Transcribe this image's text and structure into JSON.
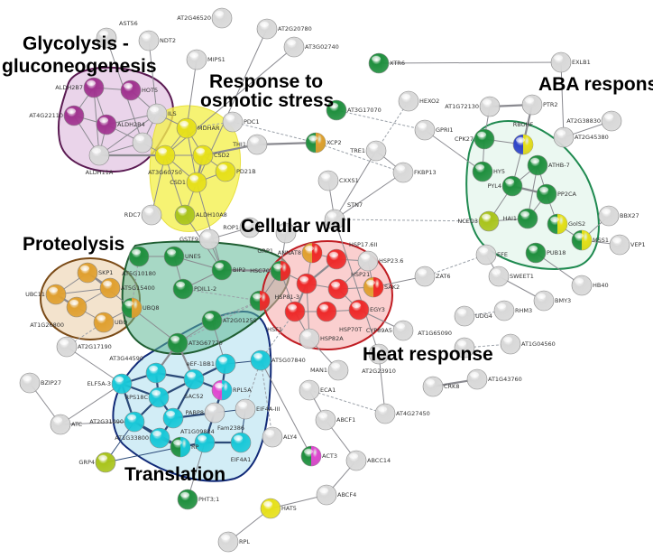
{
  "cluster_titles": {
    "glycolysis_1": "Glycolysis -",
    "glycolysis_2": "gluconeogenesis",
    "osmotic_1": "Response to",
    "osmotic_2": "osmotic stress",
    "aba": "ABA response",
    "cell_wall": "Cellular wall",
    "proteolysis": "Proteolysis",
    "heat": "Heat response",
    "translation": "Translation"
  },
  "colors": {
    "gray": "#d8d8d8",
    "purple": "#a0338f",
    "yellow": "#e6e01a",
    "ygreen": "#a9c41c",
    "green": "#1f8f3e",
    "orange": "#e0a030",
    "red": "#ee2a2a",
    "cyan": "#19c8d8",
    "blue": "#2f45c8",
    "magenta": "#e048d0",
    "cluster_purple": "#5a1a52",
    "cluster_yellow": "#f4f050",
    "cluster_teal": "#1f6e3c",
    "cluster_orange": "#7a4a16",
    "cluster_red": "#c01c22",
    "cluster_blue": "#112a78",
    "cluster_aba": "#1f8a50"
  },
  "nodes": [
    {
      "label": "AST56",
      "c": "gray"
    },
    {
      "label": "NDT2",
      "c": "gray"
    },
    {
      "label": "MIPS1",
      "c": "gray"
    },
    {
      "label": "AT2G46520",
      "c": "gray"
    },
    {
      "label": "AT2G20780",
      "c": "gray"
    },
    {
      "label": "AT3G02740",
      "c": "gray"
    },
    {
      "label": "ALDH2B7",
      "c": "purple"
    },
    {
      "label": "HOT5",
      "c": "purple"
    },
    {
      "label": "AT4G22110",
      "c": "purple"
    },
    {
      "label": "ALDH2B4",
      "c": "purple"
    },
    {
      "label": "ILS",
      "c": "gray"
    },
    {
      "label": "ALDH11A",
      "c": "gray"
    },
    {
      "label": "",
      "c": "gray"
    },
    {
      "label": "MDHAR",
      "c": "yellow"
    },
    {
      "label": "AT3G60750",
      "c": "yellow"
    },
    {
      "label": "CSD2",
      "c": "yellow"
    },
    {
      "label": "PD21B",
      "c": "yellow"
    },
    {
      "label": "CSD1",
      "c": "yellow"
    },
    {
      "label": "ALDH10A8",
      "c": "ygreen"
    },
    {
      "label": "RDC7",
      "c": "gray"
    },
    {
      "label": "PDC1",
      "c": "gray"
    },
    {
      "label": "THI1",
      "c": "gray"
    },
    {
      "label": "XCP2",
      "c": "green",
      "c2": "orange"
    },
    {
      "label": "XTR6",
      "c": "green"
    },
    {
      "label": "EXLB1",
      "c": "gray"
    },
    {
      "label": "AT3G17070",
      "c": "green"
    },
    {
      "label": "HEXO2",
      "c": "gray"
    },
    {
      "label": "GPRI1",
      "c": "gray"
    },
    {
      "label": "TRE1",
      "c": "gray"
    },
    {
      "label": "FKBP13",
      "c": "gray"
    },
    {
      "label": "CXXS1",
      "c": "gray"
    },
    {
      "label": "STN7",
      "c": "gray"
    },
    {
      "label": "ZAT6",
      "c": "gray"
    },
    {
      "label": "AT1G72130",
      "c": "gray"
    },
    {
      "label": "PTR2",
      "c": "gray"
    },
    {
      "label": "CPK27",
      "c": "green"
    },
    {
      "label": "RBOHF",
      "c": "blue",
      "c2": "yellow"
    },
    {
      "label": "AT2G45380",
      "c": "gray"
    },
    {
      "label": "AT2G38830",
      "c": "gray"
    },
    {
      "label": "HY5",
      "c": "green"
    },
    {
      "label": "ATHB-7",
      "c": "green"
    },
    {
      "label": "PYL4",
      "c": "green"
    },
    {
      "label": "PP2CA",
      "c": "green"
    },
    {
      "label": "NCED3",
      "c": "ygreen"
    },
    {
      "label": "HAI1",
      "c": "green"
    },
    {
      "label": "GolS2",
      "c": "green",
      "c2": "yellow"
    },
    {
      "label": "MSS1",
      "c": "green",
      "c2": "yellow"
    },
    {
      "label": "PUB18",
      "c": "green"
    },
    {
      "label": "EFE",
      "c": "gray"
    },
    {
      "label": "SWEET1",
      "c": "gray"
    },
    {
      "label": "BBX27",
      "c": "gray"
    },
    {
      "label": "VEP1",
      "c": "gray"
    },
    {
      "label": "HB40",
      "c": "gray"
    },
    {
      "label": "BMY3",
      "c": "gray"
    },
    {
      "label": "RHM3",
      "c": "gray"
    },
    {
      "label": "UDG4",
      "c": "gray"
    },
    {
      "label": "AT1G65090",
      "c": "gray"
    },
    {
      "label": "AT1G04560",
      "c": "gray"
    },
    {
      "label": "AT1G43760",
      "c": "gray"
    },
    {
      "label": "CRK8",
      "c": "gray"
    },
    {
      "label": "ANNAT8",
      "c": "orange",
      "c2": "red"
    },
    {
      "label": "HSP17.6II",
      "c": "red"
    },
    {
      "label": "HSP23.6",
      "c": "gray"
    },
    {
      "label": "HSC70",
      "c": "green",
      "c2": "red"
    },
    {
      "label": "HSP81-3",
      "c": "red"
    },
    {
      "label": "HSP21",
      "c": "red"
    },
    {
      "label": "SAK2",
      "c": "orange",
      "c2": "red"
    },
    {
      "label": "HSF1",
      "c": "red"
    },
    {
      "label": "HSP70T",
      "c": "red"
    },
    {
      "label": "EGY3",
      "c": "red"
    },
    {
      "label": "HSP82A",
      "c": "gray"
    },
    {
      "label": "CYP89A5",
      "c": "gray"
    },
    {
      "label": "AT2G23910",
      "c": "gray"
    },
    {
      "label": "MAN1",
      "c": "gray"
    },
    {
      "label": "ECA1",
      "c": "gray"
    },
    {
      "label": "ABCF1",
      "c": "gray"
    },
    {
      "label": "AT4G27450",
      "c": "gray"
    },
    {
      "label": "ALY4",
      "c": "gray"
    },
    {
      "label": "ACT3",
      "c": "green",
      "c2": "magenta"
    },
    {
      "label": "ABCC14",
      "c": "gray"
    },
    {
      "label": "ABCF4",
      "c": "gray"
    },
    {
      "label": "HAT5",
      "c": "yellow"
    },
    {
      "label": "RPL",
      "c": "gray"
    },
    {
      "label": "PHT3;1",
      "c": "green"
    },
    {
      "label": "AT5G10180",
      "c": "green"
    },
    {
      "label": "UNE5",
      "c": "green"
    },
    {
      "label": "BIP2",
      "c": "green"
    },
    {
      "label": "PDIL1-2",
      "c": "green"
    },
    {
      "label": "UBQ8",
      "c": "green",
      "c2": "orange"
    },
    {
      "label": "",
      "c": "green",
      "c2": "red"
    },
    {
      "label": "AT2G01250",
      "c": "green"
    },
    {
      "label": "AT3G67770",
      "c": "green"
    },
    {
      "label": "GSTF9",
      "c": "gray"
    },
    {
      "label": "ROP1",
      "c": "gray"
    },
    {
      "label": "GRP1",
      "c": "gray"
    },
    {
      "label": "SKP1",
      "c": "orange"
    },
    {
      "label": "UBC11",
      "c": "orange"
    },
    {
      "label": "AT5G15400",
      "c": "orange"
    },
    {
      "label": "AT1G26800",
      "c": "orange"
    },
    {
      "label": "UBQ",
      "c": "orange"
    },
    {
      "label": "AT2G17190",
      "c": "gray"
    },
    {
      "label": "eEF-1BB1",
      "c": "cyan"
    },
    {
      "label": "AT5G07840",
      "c": "cyan"
    },
    {
      "label": "AT3G44590",
      "c": "cyan"
    },
    {
      "label": "ELF5A-3",
      "c": "cyan"
    },
    {
      "label": "SAC52",
      "c": "cyan"
    },
    {
      "label": "RPL5A",
      "c": "magenta",
      "c2": "cyan"
    },
    {
      "label": "RPS18C",
      "c": "cyan"
    },
    {
      "label": "AT2G31090",
      "c": "cyan"
    },
    {
      "label": "AT1G09834",
      "c": "cyan"
    },
    {
      "label": "PABP8",
      "c": "gray"
    },
    {
      "label": "EIF4A-III",
      "c": "gray"
    },
    {
      "label": "AT1G33800",
      "c": "cyan"
    },
    {
      "label": "RP",
      "c": "green",
      "c2": "cyan"
    },
    {
      "label": "Fam2386",
      "c": "cyan"
    },
    {
      "label": "EIF4A1",
      "c": "cyan"
    },
    {
      "label": "GRP4",
      "c": "ygreen"
    },
    {
      "label": "ATC",
      "c": "gray"
    },
    {
      "label": "BZIP27",
      "c": "gray"
    }
  ],
  "edges": [
    [
      6,
      7,
      0
    ],
    [
      6,
      8,
      0
    ],
    [
      6,
      9,
      0
    ],
    [
      8,
      9,
      0
    ],
    [
      9,
      10,
      0
    ],
    [
      7,
      10,
      0
    ],
    [
      6,
      11,
      0
    ],
    [
      9,
      11,
      0
    ],
    [
      10,
      11,
      0
    ],
    [
      11,
      12,
      0
    ],
    [
      10,
      12,
      0
    ],
    [
      9,
      12,
      0
    ],
    [
      8,
      11,
      0
    ],
    [
      12,
      14,
      0
    ],
    [
      11,
      14,
      2
    ],
    [
      10,
      13,
      0
    ],
    [
      0,
      12,
      0
    ],
    [
      1,
      10,
      0
    ],
    [
      13,
      14,
      0
    ],
    [
      13,
      15,
      0
    ],
    [
      14,
      15,
      0
    ],
    [
      15,
      17,
      2
    ],
    [
      14,
      17,
      0
    ],
    [
      15,
      16,
      0
    ],
    [
      17,
      16,
      0
    ],
    [
      13,
      17,
      0
    ],
    [
      14,
      18,
      0
    ],
    [
      17,
      18,
      0
    ],
    [
      15,
      21,
      2
    ],
    [
      21,
      22,
      2
    ],
    [
      2,
      13,
      0
    ],
    [
      4,
      17,
      0
    ],
    [
      5,
      14,
      0
    ],
    [
      19,
      14,
      0
    ],
    [
      20,
      13,
      1
    ],
    [
      18,
      86,
      0
    ],
    [
      17,
      86,
      0
    ],
    [
      20,
      22,
      1
    ],
    [
      23,
      24,
      0
    ],
    [
      24,
      37,
      0
    ],
    [
      37,
      38,
      0
    ],
    [
      33,
      34,
      2
    ],
    [
      33,
      35,
      0
    ],
    [
      34,
      36,
      2
    ],
    [
      35,
      36,
      0
    ],
    [
      35,
      39,
      0
    ],
    [
      36,
      41,
      0
    ],
    [
      40,
      41,
      0
    ],
    [
      40,
      44,
      0
    ],
    [
      41,
      42,
      2
    ],
    [
      42,
      44,
      0
    ],
    [
      41,
      43,
      0
    ],
    [
      43,
      44,
      0
    ],
    [
      45,
      46,
      0
    ],
    [
      46,
      51,
      0
    ],
    [
      50,
      46,
      0
    ],
    [
      42,
      45,
      0
    ],
    [
      47,
      52,
      0
    ],
    [
      40,
      42,
      0
    ],
    [
      39,
      27,
      0
    ],
    [
      26,
      28,
      1
    ],
    [
      28,
      29,
      0
    ],
    [
      28,
      31,
      0
    ],
    [
      29,
      31,
      0
    ],
    [
      30,
      31,
      0
    ],
    [
      48,
      49,
      0
    ],
    [
      49,
      53,
      0
    ],
    [
      54,
      55,
      1
    ],
    [
      56,
      57,
      1
    ],
    [
      58,
      59,
      2
    ],
    [
      25,
      27,
      1
    ],
    [
      22,
      29,
      1
    ],
    [
      31,
      43,
      1
    ],
    [
      32,
      48,
      1
    ],
    [
      60,
      61,
      0
    ],
    [
      60,
      64,
      0
    ],
    [
      61,
      62,
      0
    ],
    [
      61,
      64,
      2
    ],
    [
      62,
      65,
      0
    ],
    [
      63,
      64,
      0
    ],
    [
      64,
      65,
      0
    ],
    [
      64,
      67,
      2
    ],
    [
      65,
      66,
      0
    ],
    [
      65,
      69,
      0
    ],
    [
      67,
      68,
      0
    ],
    [
      68,
      69,
      0
    ],
    [
      63,
      67,
      0
    ],
    [
      67,
      70,
      0
    ],
    [
      64,
      70,
      0
    ],
    [
      66,
      32,
      0
    ],
    [
      66,
      62,
      0
    ],
    [
      69,
      71,
      0
    ],
    [
      70,
      73,
      0
    ],
    [
      72,
      76,
      0
    ],
    [
      74,
      75,
      0
    ],
    [
      74,
      76,
      1
    ],
    [
      75,
      79,
      0
    ],
    [
      79,
      80,
      0
    ],
    [
      80,
      81,
      0
    ],
    [
      81,
      82,
      0
    ],
    [
      102,
      78,
      0
    ],
    [
      72,
      31,
      0
    ],
    [
      84,
      85,
      0
    ],
    [
      85,
      86,
      0
    ],
    [
      86,
      63,
      2
    ],
    [
      86,
      87,
      0
    ],
    [
      85,
      87,
      0
    ],
    [
      88,
      91,
      0
    ],
    [
      90,
      91,
      0
    ],
    [
      89,
      63,
      0
    ],
    [
      90,
      89,
      1
    ],
    [
      92,
      86,
      0
    ],
    [
      93,
      92,
      0
    ],
    [
      94,
      63,
      0
    ],
    [
      84,
      88,
      1
    ],
    [
      87,
      89,
      1
    ],
    [
      91,
      89,
      1
    ],
    [
      95,
      96,
      0
    ],
    [
      95,
      97,
      2
    ],
    [
      96,
      97,
      0
    ],
    [
      97,
      98,
      0
    ],
    [
      96,
      98,
      2
    ],
    [
      98,
      99,
      0
    ],
    [
      99,
      88,
      0
    ],
    [
      95,
      88,
      0
    ],
    [
      100,
      99,
      1
    ],
    [
      101,
      102,
      0
    ],
    [
      103,
      104,
      2
    ],
    [
      103,
      105,
      2
    ],
    [
      104,
      107,
      2
    ],
    [
      105,
      107,
      2
    ],
    [
      105,
      106,
      2
    ],
    [
      107,
      108,
      2
    ],
    [
      107,
      109,
      2
    ],
    [
      108,
      112,
      2
    ],
    [
      109,
      112,
      2
    ],
    [
      112,
      113,
      2
    ],
    [
      113,
      114,
      2
    ],
    [
      114,
      115,
      2
    ],
    [
      110,
      111,
      0
    ],
    [
      109,
      110,
      2
    ],
    [
      106,
      110,
      2
    ],
    [
      104,
      108,
      2
    ],
    [
      103,
      107,
      2
    ],
    [
      101,
      105,
      2
    ],
    [
      101,
      106,
      2
    ],
    [
      91,
      103,
      2
    ],
    [
      91,
      105,
      2
    ],
    [
      90,
      101,
      0
    ],
    [
      113,
      116,
      0
    ],
    [
      108,
      116,
      0
    ],
    [
      117,
      108,
      0
    ],
    [
      118,
      117,
      0
    ],
    [
      102,
      77,
      1
    ],
    [
      83,
      114,
      0
    ],
    [
      115,
      111,
      0
    ],
    [
      106,
      114,
      2
    ],
    [
      108,
      113,
      2
    ],
    [
      105,
      109,
      2
    ],
    [
      100,
      104,
      0
    ],
    [
      117,
      104,
      0
    ],
    [
      102,
      111,
      1
    ],
    [
      102,
      67,
      1
    ]
  ]
}
